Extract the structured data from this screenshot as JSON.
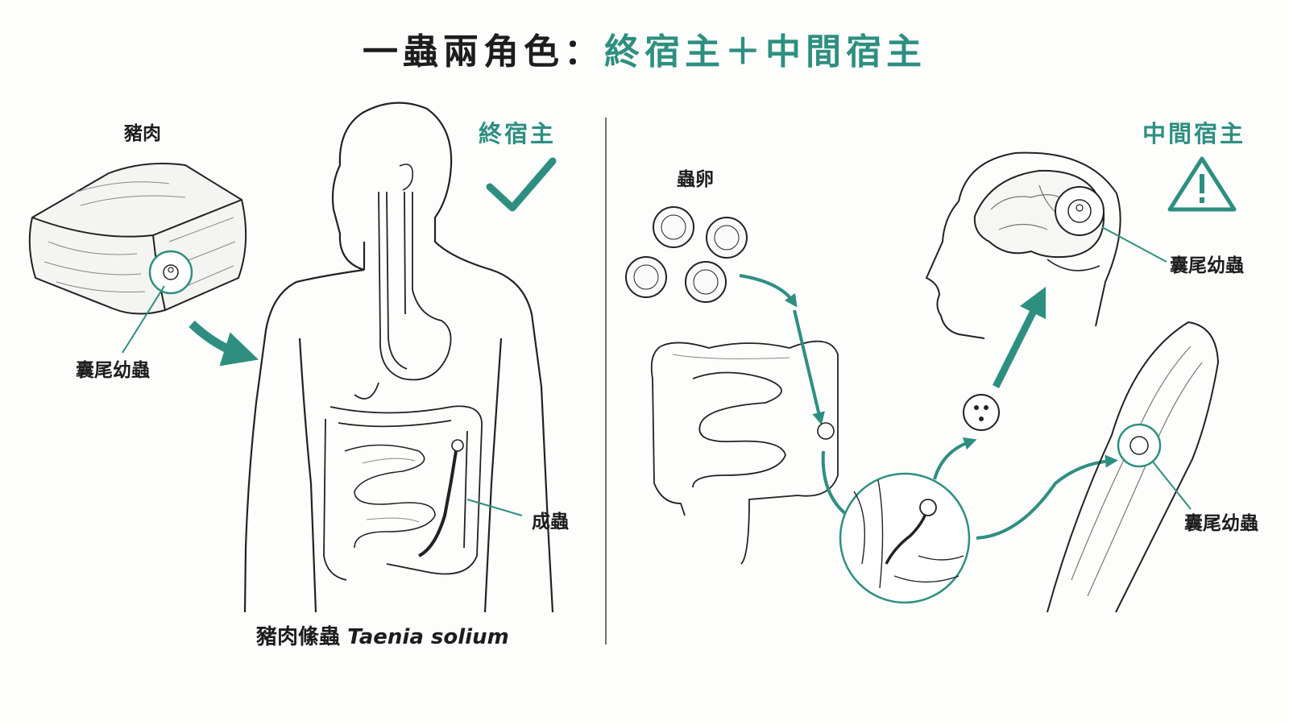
{
  "title": {
    "part1": "一蟲兩角色：",
    "part2": "終宿主＋中間宿主"
  },
  "left": {
    "pork_label": "豬肉",
    "cyst_label": "囊尾幼蟲",
    "host_label": "終宿主",
    "adult_label": "成蟲",
    "caption_cn": "豬肉絛蟲",
    "caption_latin": "Taenia solium"
  },
  "right": {
    "eggs_label": "蟲卵",
    "host_label": "中間宿主",
    "brain_cyst_label": "囊尾幼蟲",
    "muscle_cyst_label": "囊尾幼蟲"
  },
  "colors": {
    "accent": "#2e8f80",
    "ink": "#1d1d1d"
  },
  "icons": [
    "checkmark-icon",
    "warning-icon"
  ]
}
